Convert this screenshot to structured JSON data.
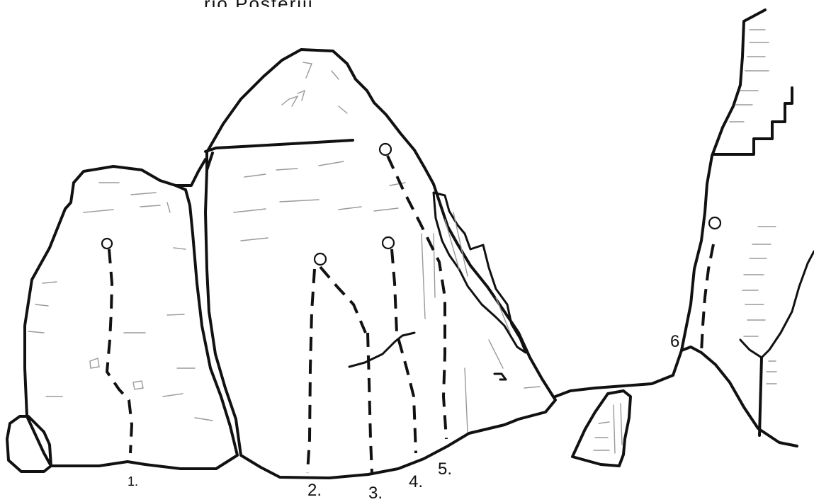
{
  "header": {
    "title": "rio Posteriii"
  },
  "routes": [
    {
      "label": "1."
    },
    {
      "label": "2."
    },
    {
      "label": "3."
    },
    {
      "label": "4."
    },
    {
      "label": "5."
    },
    {
      "label": "6"
    }
  ]
}
